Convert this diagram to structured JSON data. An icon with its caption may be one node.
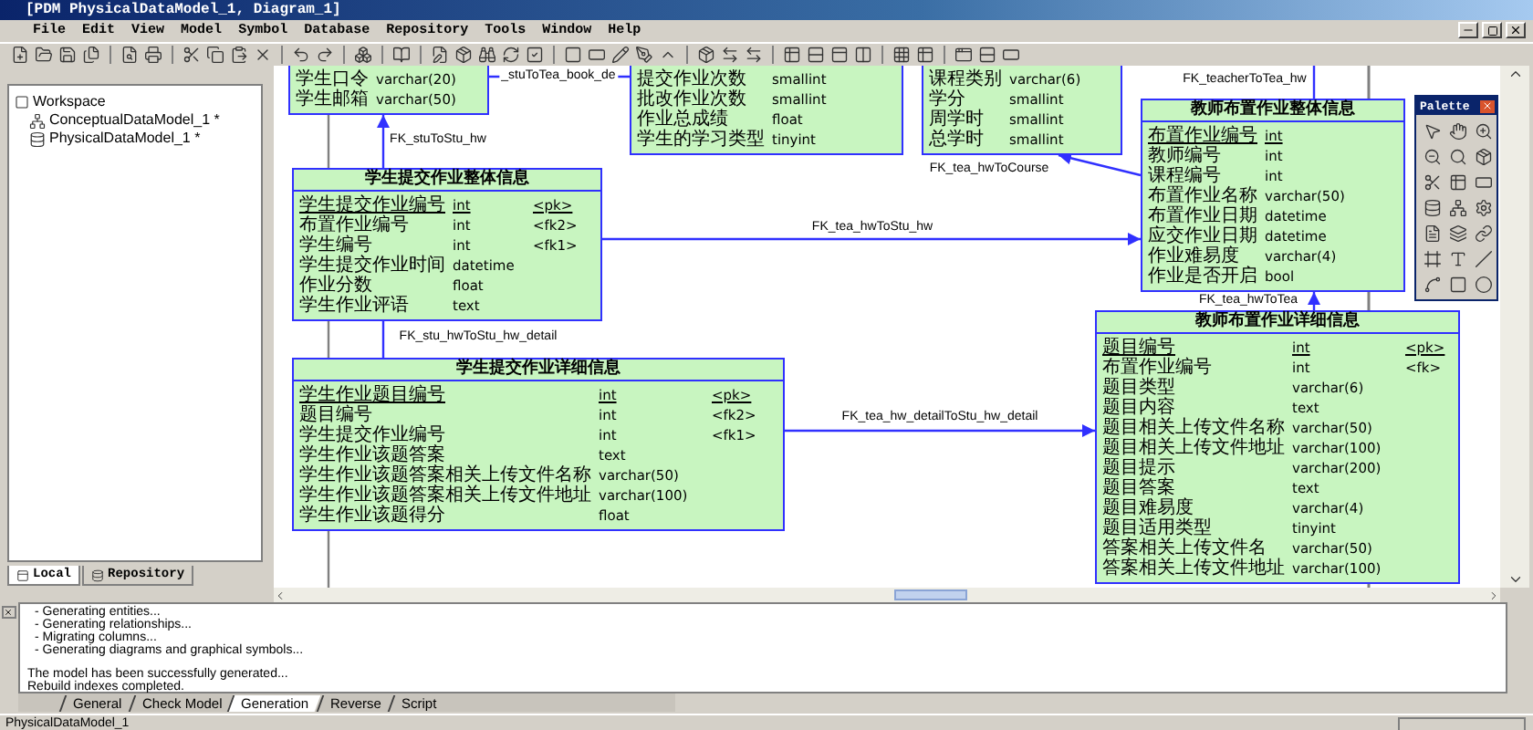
{
  "diagram": {
    "nodes": [
      {
        "text": [
          "学生口令 varchar(20)",
          "学生邮箱 varchar(50)"
        ]
      },
      {
        "text": [
          "提交作业次数 smallint",
          "批改作业次数 smallint",
          "作业总成绩 float",
          "学生的学习类型 tinyint"
        ]
      },
      {
        "text": [
          "课程类别 varchar(6)",
          "学分 smallint",
          "周学时 smallint",
          "总学时 smallint"
        ]
      },
      {
        "text": [
          "学生提交作业整体信息",
          "学生提交作业编号 int <pk>",
          "布置作业编号 int <fk2>",
          "学生编号 int <fk1>",
          "学生提交作业时间 datetime",
          "作业分数 float",
          "学生作业评语 text"
        ]
      },
      {
        "text": [
          "教师布置作业整体信息",
          "布置作业编号 int",
          "教师编号 int",
          "课程编号 int",
          "布置作业名称 varchar(50)",
          "布置作业日期 datetime",
          "应交作业日期 datetime",
          "作业难易度 varchar(4)",
          "作业是否开启 bool"
        ]
      },
      {
        "text": [
          "学生提交作业详细信息",
          "学生作业题目编号 int <pk>",
          "题目编号 int <fk2>",
          "学生提交作业编号 int <fk1>",
          "学生作业该题答案 text",
          "学生作业该题答案相关上传文件名称 varchar(50)",
          "学生作业该题答案相关上传文件地址 varchar(100)",
          "学生作业该题得分 float"
        ]
      },
      {
        "text": [
          "教师布置作业详细信息",
          "题目编号 int <pk>",
          "布置作业编号 int <fk>",
          "题目类型 varchar(6)",
          "题目内容 text",
          "题目相关上传文件名称 varchar(50)",
          "题目相关上传文件地址 varchar(100)",
          "题目提示 varchar(200)",
          "题目答案 text",
          "题目难易度 varchar(4)",
          "题目适用类型 tinyint",
          "答案相关上传文件名 varchar(50)",
          "答案相关上传文件地址 varchar(100)"
        ]
      }
    ],
    "edges": [
      {
        "from": 3,
        "to": 0,
        "arrow": "to",
        "label": "FK_stuToStu_hw"
      },
      {
        "from": 0,
        "to": 1,
        "arrow": "none",
        "label": "_stuToTea_book_de"
      },
      {
        "from": 4,
        "to": null,
        "arrow": "none",
        "label": "FK_teacherToTea_hw"
      },
      {
        "from": 4,
        "to": 2,
        "arrow": "to",
        "label": "FK_tea_hwToCourse"
      },
      {
        "from": 3,
        "to": 4,
        "arrow": "to",
        "label": "FK_tea_hwToStu_hw"
      },
      {
        "from": 5,
        "to": 3,
        "arrow": "none",
        "label": "FK_stu_hwToStu_hw_detail"
      },
      {
        "from": 6,
        "to": 4,
        "arrow": "to",
        "label": "FK_tea_hwToTea"
      },
      {
        "from": 5,
        "to": 6,
        "arrow": "to",
        "label": "FK_tea_hw_detailToStu_hw_detail"
      },
      {
        "from": 0,
        "to": null,
        "arrow": "none",
        "color": "#808080"
      }
    ],
    "labels": [
      "[PDM PhysicalDataModel_1, Diagram_1]",
      "File",
      "Edit",
      "View",
      "Model",
      "Symbol",
      "Database",
      "Repository",
      "Tools",
      "Window",
      "Help",
      "Workspace",
      "ConceptualDataModel_1 *",
      "PhysicalDataModel_1 *",
      "Palette",
      "Local",
      "Repository",
      "- Generating entities...",
      "- Generating relationships...",
      "- Migrating columns...",
      "- Generating diagrams and graphical symbols...",
      "The model has been successfully generated...",
      "Rebuild indexes completed.",
      "General",
      "Check Model",
      "Generation",
      "Reverse",
      "Script",
      "PhysicalDataModel_1"
    ]
  }
}
